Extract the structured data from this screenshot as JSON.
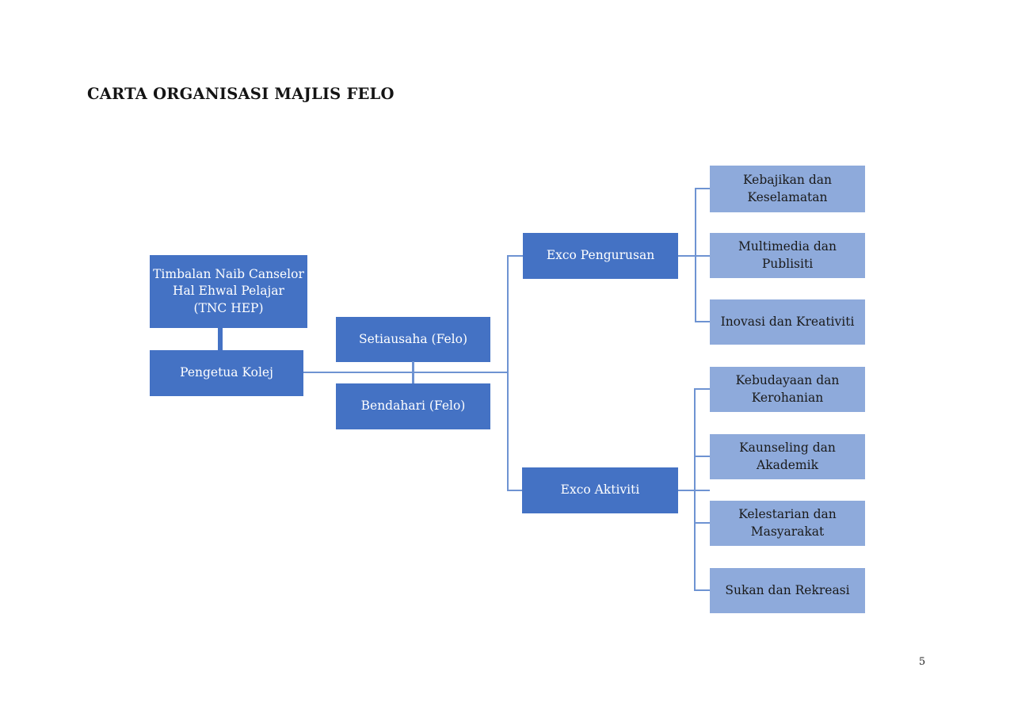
{
  "page": {
    "title": "CARTA ORGANISASI MAJLIS FELO",
    "page_number": "5"
  },
  "colors": {
    "page_bg": "#FFFFFF",
    "node_primary": "#4472C4",
    "node_light": "#8EAADB",
    "connector": "#6E93D2",
    "node_text_light": "#FFFFFF",
    "node_text_dark": "#1A1A1A",
    "title_text": "#141414"
  },
  "chart": {
    "type": "org-chart",
    "nodes": {
      "tnc_hep": {
        "label": "Timbalan Naib Canselor\nHal Ehwal Pelajar\n(TNC HEP)",
        "level": "top",
        "style": "primary"
      },
      "pengetua": {
        "label": "Pengetua Kolej",
        "level": "top",
        "style": "primary"
      },
      "setiausaha": {
        "label": "Setiausaha (Felo)",
        "level": "middle",
        "style": "primary"
      },
      "bendahari": {
        "label": "Bendahari (Felo)",
        "level": "middle",
        "style": "primary"
      },
      "exco_pengurusan": {
        "label": "Exco Pengurusan",
        "level": "exco",
        "style": "primary"
      },
      "exco_aktiviti": {
        "label": "Exco Aktiviti",
        "level": "exco",
        "style": "primary"
      },
      "kebajikan": {
        "label": "Kebajikan dan\nKeselamatan",
        "level": "unit",
        "style": "light"
      },
      "multimedia": {
        "label": "Multimedia dan Publisiti",
        "level": "unit",
        "style": "light"
      },
      "inovasi": {
        "label": "Inovasi dan Kreativiti",
        "level": "unit",
        "style": "light"
      },
      "kebudayaan": {
        "label": "Kebudayaan dan\nKerohanian",
        "level": "unit",
        "style": "light"
      },
      "kaunseling": {
        "label": "Kaunseling dan\nAkademik",
        "level": "unit",
        "style": "light"
      },
      "kelestarian": {
        "label": "Kelestarian dan\nMasyarakat",
        "level": "unit",
        "style": "light"
      },
      "sukan": {
        "label": "Sukan dan Rekreasi",
        "level": "unit",
        "style": "light"
      }
    },
    "edges": [
      {
        "from": "tnc_hep",
        "to": "pengetua"
      },
      {
        "from": "pengetua",
        "to": "setiausaha"
      },
      {
        "from": "pengetua",
        "to": "bendahari"
      },
      {
        "from": "pengetua",
        "to": "exco_pengurusan"
      },
      {
        "from": "pengetua",
        "to": "exco_aktiviti"
      },
      {
        "from": "exco_pengurusan",
        "to": "kebajikan"
      },
      {
        "from": "exco_pengurusan",
        "to": "multimedia"
      },
      {
        "from": "exco_pengurusan",
        "to": "inovasi"
      },
      {
        "from": "exco_aktiviti",
        "to": "kebudayaan"
      },
      {
        "from": "exco_aktiviti",
        "to": "kaunseling"
      },
      {
        "from": "exco_aktiviti",
        "to": "kelestarian"
      },
      {
        "from": "exco_aktiviti",
        "to": "sukan"
      }
    ]
  }
}
